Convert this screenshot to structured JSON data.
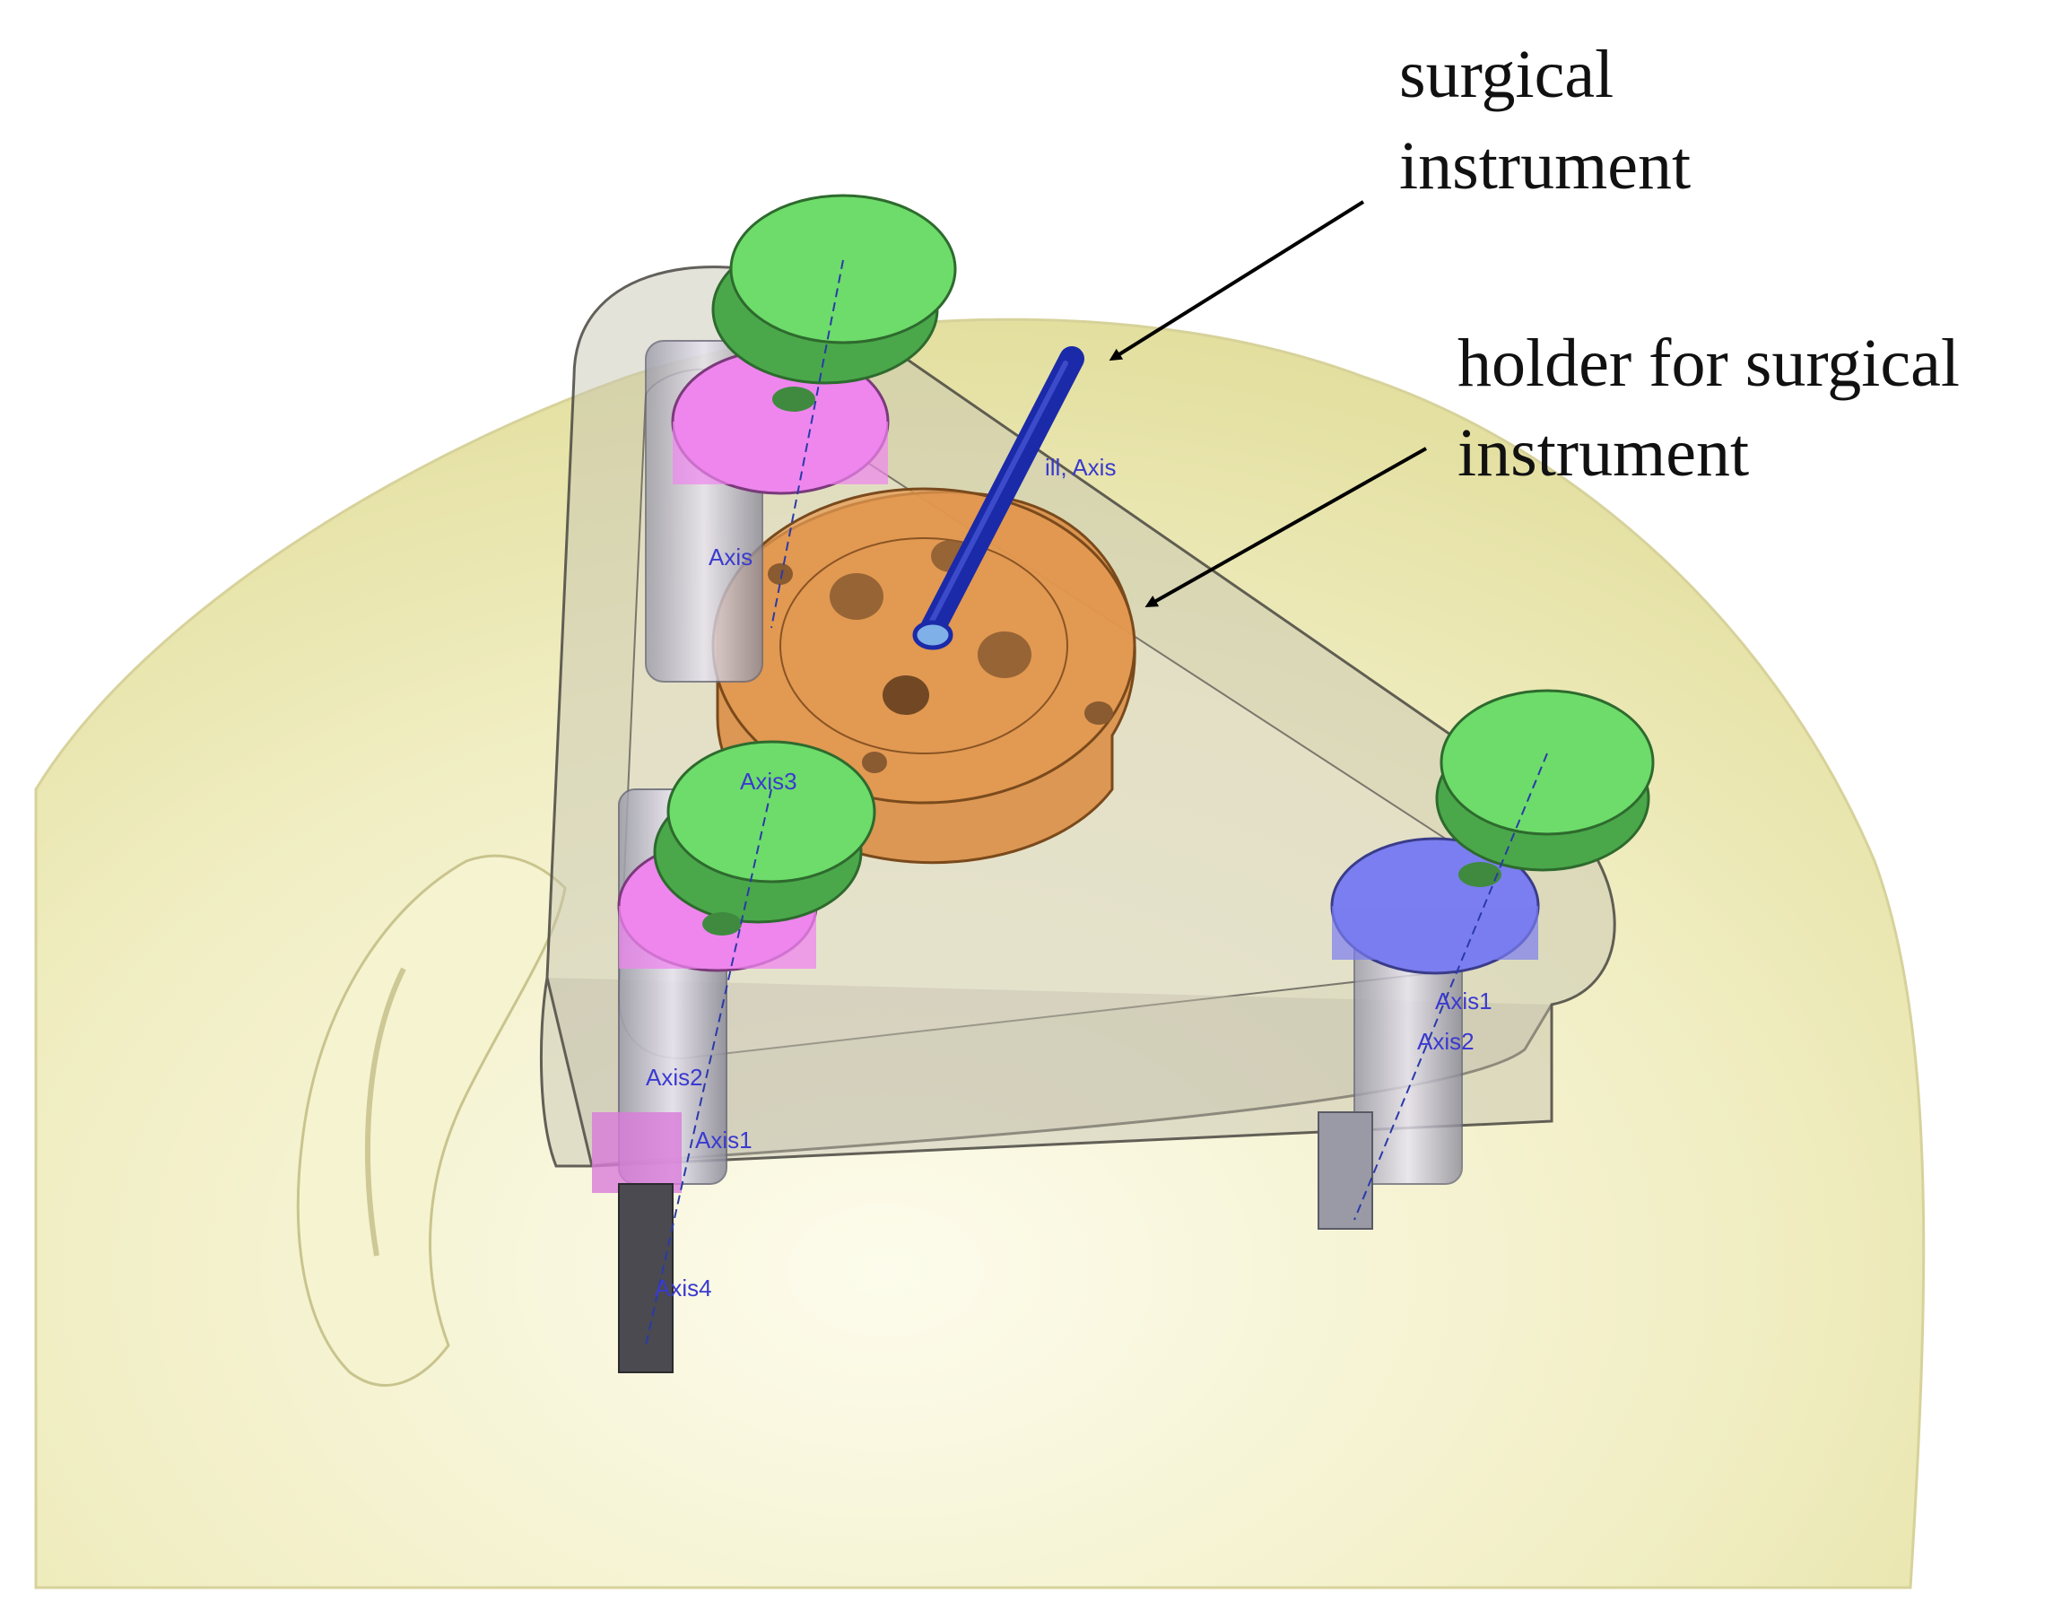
{
  "annotations": {
    "surgical_instrument": {
      "line1": "surgical",
      "line2": "instrument"
    },
    "holder": {
      "line1": "holder for surgical",
      "line2": "instrument"
    }
  },
  "axis_labels": {
    "center": "ill, Axis",
    "upper_left_screw": "Axis",
    "left_screw": "Axis3",
    "left_mid": "Axis2",
    "left_low": "Axis1",
    "left_bottom": "Axis4",
    "right_screw": "Axis1",
    "right_mid": "Axis2"
  },
  "colors": {
    "head": "#f3f0c4",
    "frame": "#b9b6a4",
    "cap": "#6ddc6a",
    "collar_pink": "#ee86ee",
    "collar_blue": "#7b7ef0",
    "holder": "#d98a3e",
    "instrument": "#1b2aa8",
    "axis_text": "#3a3ad0"
  }
}
